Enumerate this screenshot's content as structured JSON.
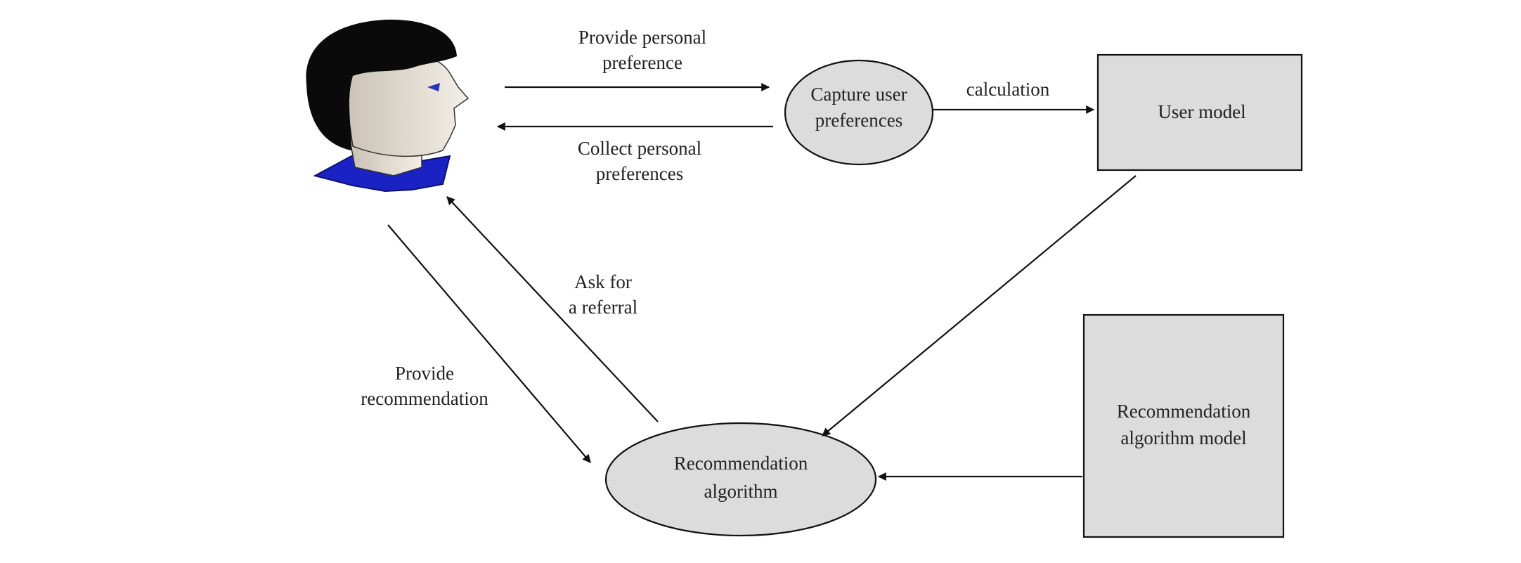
{
  "nodes": {
    "capture": {
      "line1": "Capture user",
      "line2": "preferences"
    },
    "user_model": {
      "line1": "User model"
    },
    "rec_algorithm": {
      "line1": "Recommendation",
      "line2": "algorithm"
    },
    "rec_model": {
      "line1": "Recommendation",
      "line2": "algorithm model"
    }
  },
  "edges": {
    "provide_pref": {
      "line1": "Provide personal",
      "line2": "preference"
    },
    "collect_pref": {
      "line1": "Collect personal",
      "line2": "preferences"
    },
    "calculation": {
      "line1": "calculation"
    },
    "ask_referral": {
      "line1": "Ask for",
      "line2": "a referral"
    },
    "provide_rec": {
      "line1": "Provide",
      "line2": "recommendation"
    }
  },
  "colors": {
    "node_fill": "#dcdcdc",
    "hair": "#0a0a0a",
    "skin": "#ebe6dc",
    "shirt": "#1a22c4",
    "eye": "#2733b8"
  }
}
